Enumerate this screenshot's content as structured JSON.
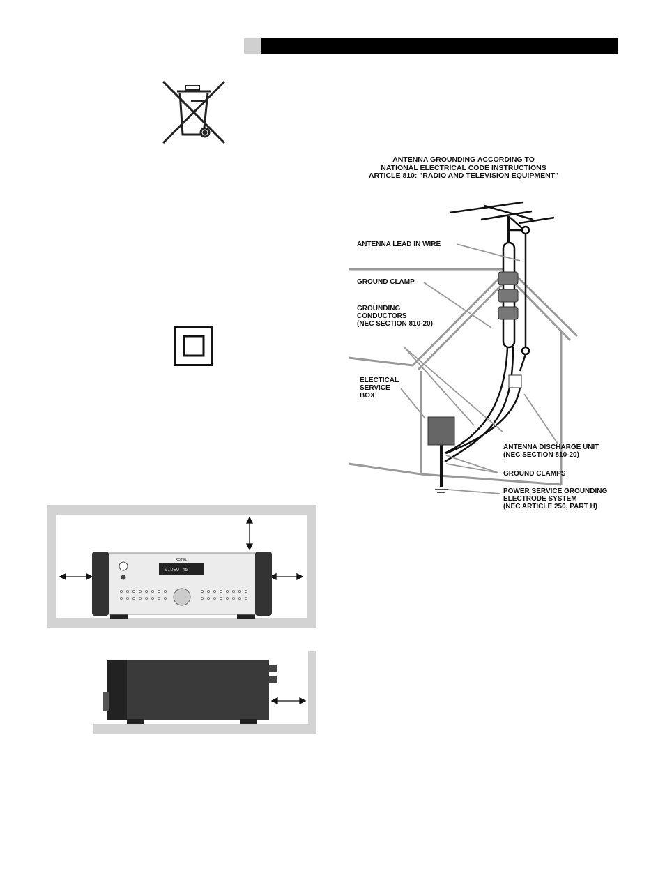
{
  "diagram": {
    "title_lines": [
      "ANTENNA GROUNDING ACCORDING TO",
      "NATIONAL ELECTRICAL CODE INSTRUCTIONS",
      "ARTICLE 810: \"RADIO AND TELEVISION EQUIPMENT\""
    ],
    "labels": {
      "lead_in_wire": "ANTENNA LEAD IN WIRE",
      "ground_clamp": "GROUND CLAMP",
      "grounding_conductors": "GROUNDING\nCONDUCTORS\n(NEC SECTION 810-20)",
      "service_box": "ELECTICAL\nSERVICE\nBOX",
      "discharge_unit": "ANTENNA DISCHARGE UNIT\n(NEC SECTION 810-20)",
      "ground_clamps": "GROUND CLAMPS",
      "electrode_system": "POWER SERVICE GROUNDING\nELECTRODE SYSTEM\n(NEC ARTICLE 250, PART H)"
    }
  },
  "amplifier": {
    "brand": "ROTEL",
    "display": "VIDEO      45"
  },
  "icons": [
    "weee-crossed-bin-icon",
    "double-insulation-icon"
  ]
}
